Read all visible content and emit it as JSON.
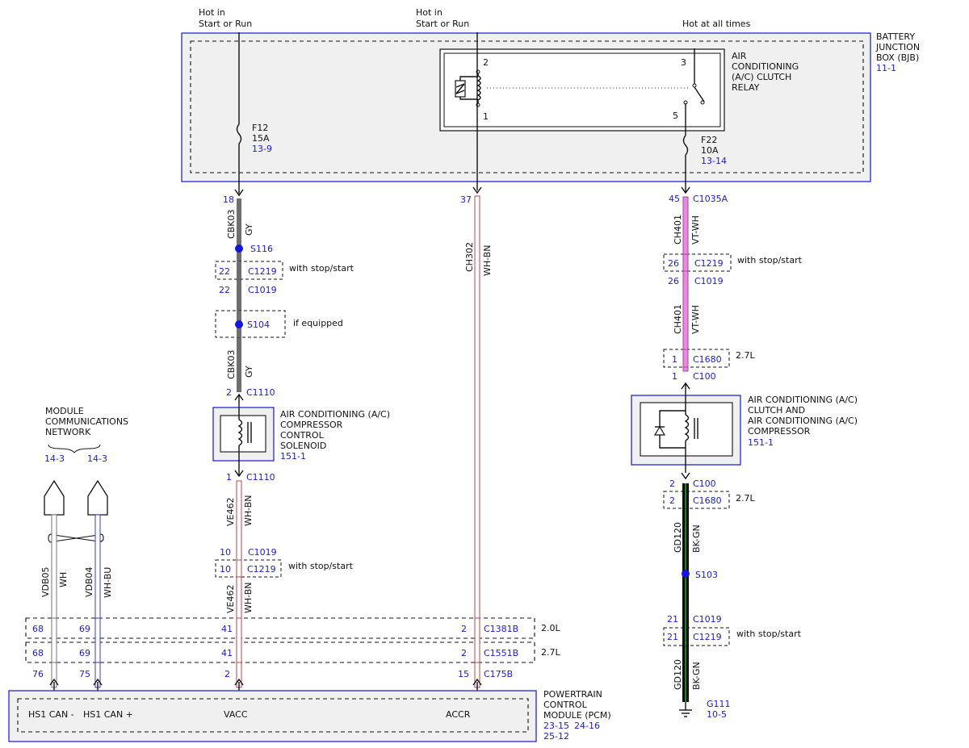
{
  "feeds": {
    "left": [
      "Hot in",
      "Start or Run"
    ],
    "middle": [
      "Hot in",
      "Start or Run"
    ],
    "right": "Hot at all times"
  },
  "bjb": {
    "lines": [
      "BATTERY",
      "JUNCTION",
      "BOX (BJB)"
    ],
    "ref": "11-1"
  },
  "relay": {
    "lines": [
      "AIR",
      "CONDITIONING",
      "(A/C) CLUTCH",
      "RELAY"
    ],
    "pins": {
      "p2": "2",
      "p1": "1",
      "p3": "3",
      "p5": "5"
    }
  },
  "fuses": {
    "f12": {
      "name": "F12",
      "rating": "15A",
      "ref": "13-9"
    },
    "f22": {
      "name": "F22",
      "rating": "10A",
      "ref": "13-14"
    }
  },
  "circuits": {
    "cbk03": {
      "id": "CBK03",
      "color": "GY"
    },
    "ch302": {
      "id": "CH302",
      "color": "WH-BN"
    },
    "ch401": {
      "id": "CH401",
      "color": "VT-WH"
    },
    "ve462": {
      "id": "VE462",
      "color": "WH-BN"
    },
    "gd120": {
      "id": "GD120",
      "color": "BK-GN"
    },
    "vdb05": {
      "id": "VDB05",
      "color": "WH"
    },
    "vdb04": {
      "id": "VDB04",
      "color": "WH-BU"
    }
  },
  "connectors": {
    "c1035a": "C1035A",
    "c1219": "C1219",
    "c1019": "C1019",
    "c1110": "C1110",
    "c1680": "C1680",
    "c100": "C100",
    "c1381b": "C1381B",
    "c1551b": "C1551B",
    "c175b": "C175B"
  },
  "splices": {
    "s116": "S116",
    "s104": "S104",
    "s103": "S103"
  },
  "pins": {
    "p18": "18",
    "p22a": "22",
    "p22b": "22",
    "p2_c1110": "2",
    "p1_c1110": "1",
    "p10a": "10",
    "p10b": "10",
    "p41a": "41",
    "p41b": "41",
    "p2_pcm": "2",
    "p37": "37",
    "p2_c1381b": "2",
    "p2_c1551b": "2",
    "p15": "15",
    "p45": "45",
    "p26a": "26",
    "p26b": "26",
    "p1_c1680": "1",
    "p1_c100": "1",
    "p2_c100": "2",
    "p2_c1680": "2",
    "p21a": "21",
    "p21b": "21",
    "p68a": "68",
    "p69a": "69",
    "p68b": "68",
    "p69b": "69",
    "p76": "76",
    "p75": "75"
  },
  "notes": {
    "with_stop_start": "with stop/start",
    "if_equipped": "if equipped",
    "engine_27": "2.7L",
    "engine_20": "2.0L"
  },
  "solenoid": {
    "lines": [
      "AIR CONDITIONING (A/C)",
      "COMPRESSOR",
      "CONTROL",
      "SOLENOID"
    ],
    "ref": "151-1"
  },
  "clutch": {
    "lines": [
      "AIR CONDITIONING (A/C)",
      "CLUTCH AND",
      "AIR CONDITIONING (A/C)",
      "COMPRESSOR"
    ],
    "ref": "151-1"
  },
  "network": {
    "lines": [
      "MODULE",
      "COMMUNICATIONS",
      "NETWORK"
    ],
    "ref_left": "14-3",
    "ref_right": "14-3"
  },
  "pcm": {
    "lines": [
      "POWERTRAIN",
      "CONTROL",
      "MODULE (PCM)"
    ],
    "ref_a": "23-15",
    "ref_b": "24-16",
    "ref_c": "25-12",
    "pins": {
      "can_minus": "HS1 CAN -",
      "can_plus": "HS1 CAN +",
      "vacc": "VACC",
      "accr": "ACCR"
    }
  },
  "ground": {
    "name": "G111",
    "ref": "10-5"
  },
  "colors": {
    "ref_blue": "#1a1adb",
    "gray_wire": "#7a7a7a",
    "violet_white_wire": "#e88ae0",
    "white_brown_wire": "#b54848",
    "black_green_wire": "#0d8a2a",
    "white_blue_wire": "#3a3ad0"
  }
}
